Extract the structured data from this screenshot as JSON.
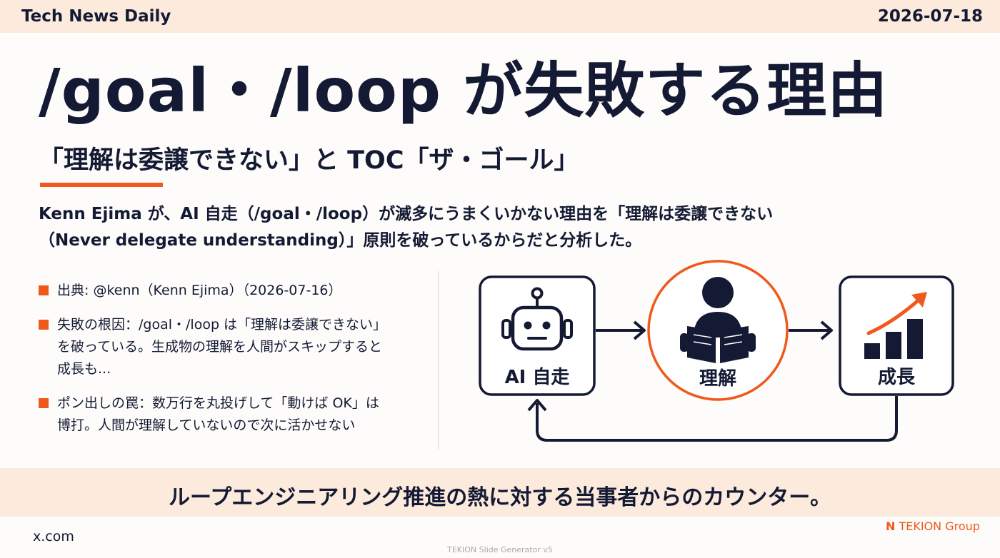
{
  "header": {
    "brand": "Tech News Daily",
    "date": "2026-07-18"
  },
  "title": "/goal・/loop が失敗する理由",
  "subtitle": "「理解は委譲できない」と TOC「ザ・ゴール」",
  "lead": [
    "Kenn Ejima が、AI 自走（/goal・/loop）が滅多にうまくいかない理由を「理解は委譲できない",
    "（Never delegate understanding）」原則を破っているからだと分析した。"
  ],
  "bullets": [
    {
      "lines": [
        "出典: @kenn（Kenn Ejima）（2026-07-16）"
      ]
    },
    {
      "lines": [
        "失敗の根因：/goal・/loop は「理解は委譲できない」",
        "を破っている。生成物の理解を人間がスキップすると",
        "成長も..."
      ]
    },
    {
      "lines": [
        "ポン出しの罠：数万行を丸投げして「動けば OK」は",
        "博打。人間が理解していないので次に活かせない"
      ]
    }
  ],
  "diagram": {
    "nodes": [
      {
        "label": "AI 自走",
        "icon": "robot-icon"
      },
      {
        "label": "理解",
        "icon": "person-reading-icon"
      },
      {
        "label": "成長",
        "icon": "growth-chart-icon"
      }
    ],
    "accent_color": "#ef5a1c",
    "ink_color": "#141a33"
  },
  "tagline": "ループエンジニアリング推進の熱に対する当事者からのカウンター。",
  "footer": {
    "source": "x.com",
    "logo_mark": "N",
    "logo_text": "TEKION Group",
    "generator": "TEKION Slide Generator v5"
  },
  "colors": {
    "accent": "#ef5a1c",
    "band": "#fcebdd",
    "ink": "#141a33"
  }
}
